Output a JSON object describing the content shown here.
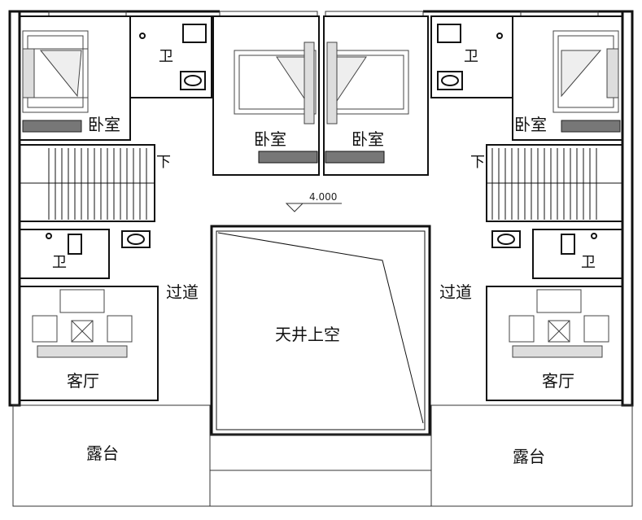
{
  "labels": {
    "bedroom": "卧室",
    "bath": "卫",
    "down": "下",
    "corridor": "过道",
    "living": "客厅",
    "atrium": "天井上空",
    "terrace": "露台",
    "elevation": "4.000"
  },
  "colors": {
    "wall": "#111111",
    "line": "#555555",
    "hatch": "#333333"
  }
}
